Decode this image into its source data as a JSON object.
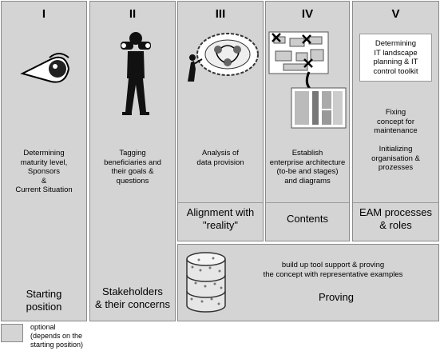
{
  "phases": [
    {
      "numeral": "I",
      "description": "Determining\nmaturity level,\nSponsors\n&\nCurrent Situation",
      "label": "Starting\nposition"
    },
    {
      "numeral": "II",
      "description": "Tagging\nbeneficiaries and\ntheir goals &\nquestions",
      "label": "Stakeholders\n& their concerns"
    },
    {
      "numeral": "III",
      "description": "Analysis of\ndata provision",
      "label": "Alignment with\n\"reality\""
    },
    {
      "numeral": "IV",
      "description": "Establish\nenterprise architecture\n(to-be and stages)\nand diagrams",
      "label": "Contents"
    },
    {
      "numeral": "V",
      "box_text": "Determining\nIT landscape\nplanning & IT\ncontrol toolkit",
      "description": "Fixing\nconcept for\nmaintenance\n\nInitializing\norganisation &\nprozesses",
      "label": "EAM processes\n& roles"
    }
  ],
  "proving": {
    "description": "build up tool support & proving\nthe concept with representative examples",
    "label": "Proving"
  },
  "legend": {
    "text": "optional\n(depends on the\nstarting position)"
  }
}
